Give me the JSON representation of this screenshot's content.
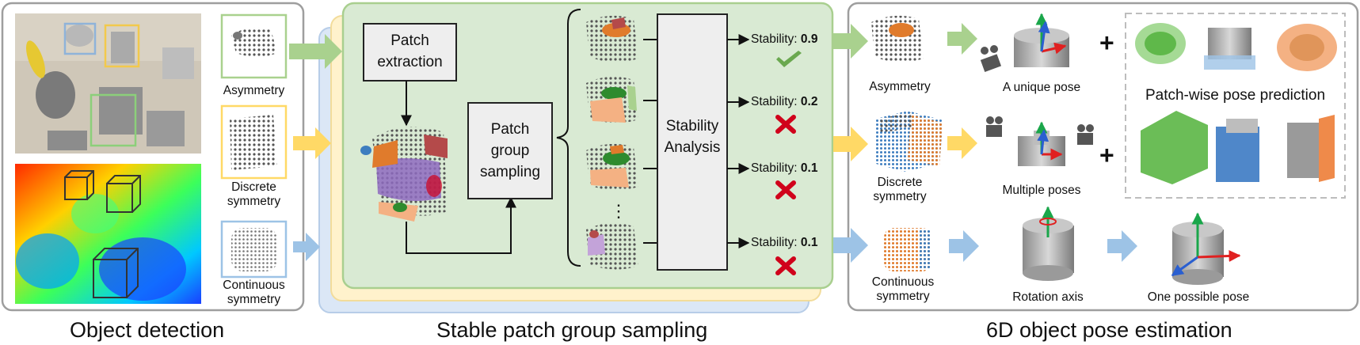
{
  "detection": {
    "title": "Object detection",
    "categories": [
      {
        "line1": "Asymmetry",
        "line2": ""
      },
      {
        "line1": "Discrete",
        "line2": "symmetry"
      },
      {
        "line1": "Continuous",
        "line2": "symmetry"
      }
    ]
  },
  "sampling": {
    "title": "Stable patch group sampling",
    "patch_extraction": {
      "line1": "Patch",
      "line2": "extraction"
    },
    "patch_group_sampling": {
      "line1": "Patch",
      "line2": "group",
      "line3": "sampling"
    },
    "stability_analysis": {
      "line1": "Stability",
      "line2": "Analysis"
    },
    "stability_label": "Stability:",
    "scores": [
      "0.9",
      "0.2",
      "0.1",
      "0.1"
    ],
    "ellipsis": "⋮"
  },
  "pose": {
    "title": "6D object pose estimation",
    "asym_label": "Asymmetry",
    "unique_pose": "A unique pose",
    "discrete_label": {
      "line1": "Discrete",
      "line2": "symmetry"
    },
    "multiple_poses": "Multiple poses",
    "continuous_label": {
      "line1": "Continuous",
      "line2": "symmetry"
    },
    "rotation_axis": "Rotation axis",
    "one_pose": "One possible pose",
    "patch_wise": "Patch-wise pose prediction",
    "plus": "+"
  },
  "colors": {
    "green_panel": "#d9ead3",
    "green_border": "#a9cf8f",
    "yellow_layer": "#fff2cc",
    "blue_layer": "#dbe7f6",
    "arrow_green": "#a9d18e",
    "arrow_yellow": "#ffd966",
    "arrow_blue": "#9dc3e6",
    "check": "#6aa84f",
    "cross": "#d0021b",
    "orange": "#e07b2c",
    "purple": "#8e6bbf",
    "peach": "#f4b183"
  }
}
